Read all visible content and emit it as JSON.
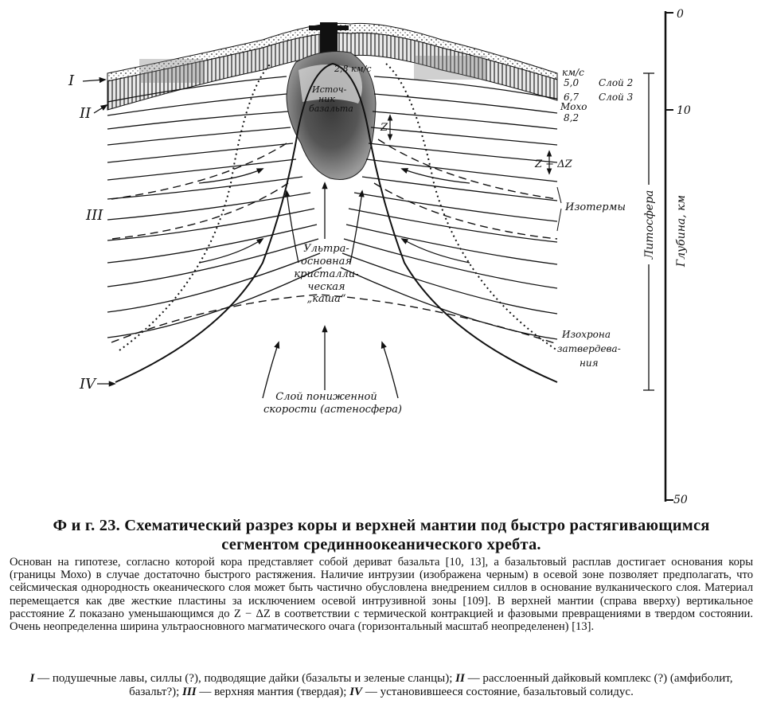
{
  "figure": {
    "roman_labels": [
      "I",
      "II",
      "III",
      "IV"
    ],
    "depth_scale": {
      "ticks": [
        "0",
        "10",
        "50"
      ],
      "axis_label": "Глубина, км",
      "lithosphere_label": "Литосфера"
    },
    "velocity_unit": "км/с",
    "velocities": [
      "5,0",
      "6,7",
      "8,2"
    ],
    "layer_labels": [
      "Слой 2",
      "Слой 3"
    ],
    "moho_label": "Мохо",
    "surface_velocity": "2,8 км/с",
    "basalt_source": [
      "Источ-",
      "ник",
      "базальта"
    ],
    "z_label": "Z",
    "z_minus_label": "Z − ΔZ",
    "isotherms_label": "Изотермы",
    "crystal_mush": [
      "Ультра-",
      "основная",
      "кристалли-",
      "ческая",
      "„каша“"
    ],
    "isochron": [
      "Изохрона",
      "затвердева-",
      "ния"
    ],
    "asthenosphere": [
      "Слой пониженной",
      "скорости (астеносфера)"
    ]
  },
  "caption": {
    "title_line1": "Ф и г. 23. Схематический разрез коры и верхней мантии под быстро растягивающимся",
    "title_line2": "сегментом срединноокеанического хребта.",
    "body": "Основан на гипотезе, согласно которой кора представляет собой дериват базальта [10, 13], а базальтовый расплав достигает основания коры (границы Мохо) в случае достаточно быстрого растяжения. Наличие интрузии (изображена черным) в осевой зоне позволяет предполагать, что сейсмическая однородность океанического слоя может быть частично обусловлена внедрением силлов в основание вулканического слоя. Материал перемещается как две жесткие пластины за исключением осевой интрузивной зоны [109]. В верхней мантии (справа вверху) вертикальное расстояние Z показано уменьшающимся до Z − ΔZ в соответствии с термической контракцией и фазовыми превращениями в твердом состоянии. Очень неопределенна ширина ультраосновного магматического очага (горизонтальный масштаб неопределенен) [13].",
    "legend_I_key": "I",
    "legend_I_text": " — подушечные лавы, силлы (?), подводящие дайки (базальты и зеленые сланцы); ",
    "legend_II_key": "II",
    "legend_II_text": " — расслоенный дайковый комплекс (?) (амфиболит, базальт?); ",
    "legend_III_key": "III",
    "legend_III_text": " — верхняя мантия (твердая); ",
    "legend_IV_key": "IV",
    "legend_IV_text": " — установившееся состояние, базальтовый солидус."
  }
}
